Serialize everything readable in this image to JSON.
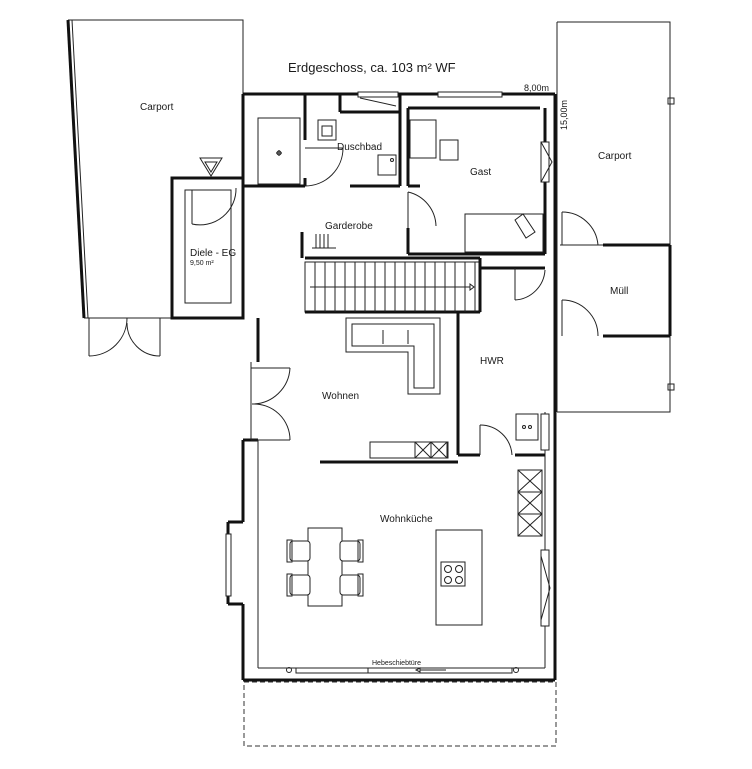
{
  "title": "Erdgeschoss, ca. 103 m² WF",
  "dimensions": {
    "width": "8,00m",
    "depth": "15,00m"
  },
  "rooms": {
    "carport_left": "Carport",
    "carport_right": "Carport",
    "duschbad": "Duschbad",
    "gast": "Gast",
    "garderobe": "Garderobe",
    "diele": "Diele - EG",
    "diele_area": "9,50 m²",
    "muell": "Müll",
    "wohnen": "Wohnen",
    "hwr": "HWR",
    "wohnkueche": "Wohnküche"
  },
  "annotations": {
    "hebeschiebetuer": "Hebeschiebtüre"
  }
}
